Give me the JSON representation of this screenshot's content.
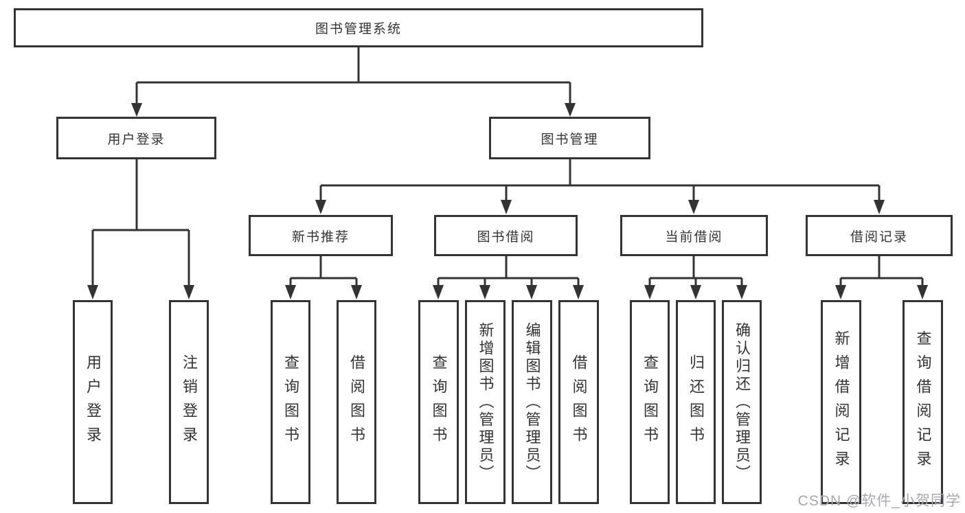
{
  "colors": {
    "line": "#333333",
    "box_border": "#333333",
    "text": "#333333",
    "background": "#ffffff",
    "watermark": "#a8a8ac"
  },
  "root": {
    "label": "图书管理系统"
  },
  "level2": [
    {
      "label": "用户登录"
    },
    {
      "label": "图书管理"
    }
  ],
  "level3": [
    {
      "label": "新书推荐"
    },
    {
      "label": "图书借阅"
    },
    {
      "label": "当前借阅"
    },
    {
      "label": "借阅记录"
    }
  ],
  "leaves": [
    {
      "label": "用户登录"
    },
    {
      "label": "注销登录"
    },
    {
      "label": "查询图书"
    },
    {
      "label": "借阅图书"
    },
    {
      "label": "查询图书"
    },
    {
      "label": "新增图书（管理员）"
    },
    {
      "label": "编辑图书（管理员）"
    },
    {
      "label": "借阅图书"
    },
    {
      "label": "查询图书"
    },
    {
      "label": "归还图书"
    },
    {
      "label": "确认归还（管理员）"
    },
    {
      "label": "新增借阅记录"
    },
    {
      "label": "查询借阅记录"
    }
  ],
  "watermark": {
    "text": "CSDN @软件_小贺同学"
  }
}
